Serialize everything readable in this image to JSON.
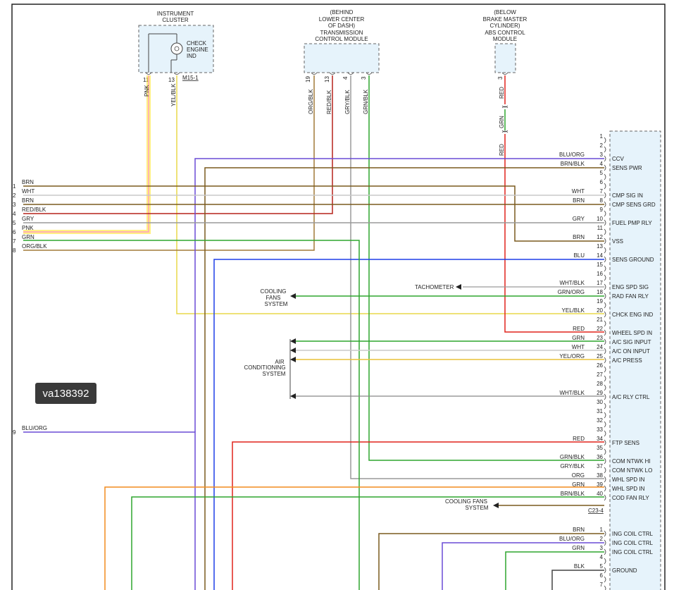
{
  "badge_id": "va138392",
  "modules": {
    "cluster": {
      "lines": [
        "INSTRUMENT",
        "CLUSTER"
      ],
      "indicator": [
        "CHECK",
        "ENGINE",
        "IND"
      ],
      "connector": "M15-1",
      "pins": [
        "11",
        "13"
      ]
    },
    "tcm": {
      "lines": [
        "(BEHIND",
        "LOWER CENTER",
        "OF DASH)",
        "TRANSMISSION",
        "CONTROL MODULE"
      ],
      "pins": [
        "19",
        "13",
        "4",
        "3"
      ]
    },
    "abs": {
      "lines": [
        "(BELOW",
        "BRAKE MASTER",
        "CYLINDER)",
        "ABS CONTROL",
        "MODULE"
      ],
      "pin": "3"
    },
    "ecm_connector_c23": "C23-4"
  },
  "left_pins": [
    {
      "pin": "1",
      "color": "BRN"
    },
    {
      "pin": "2",
      "color": "WHT"
    },
    {
      "pin": "3",
      "color": "BRN"
    },
    {
      "pin": "4",
      "color": "RED/BLK"
    },
    {
      "pin": "5",
      "color": "GRY"
    },
    {
      "pin": "6",
      "color": "PNK"
    },
    {
      "pin": "7",
      "color": "GRN"
    },
    {
      "pin": "8",
      "color": "ORG/BLK"
    },
    {
      "pin": "9",
      "color": "BLU/ORG"
    }
  ],
  "vertical_labels": {
    "pnk": "PNK",
    "yelblk": "YEL/BLK",
    "orgblk": "ORG/BLK",
    "redblk": "RED/BLK",
    "gryblk": "GRY/BLK",
    "grnblk": "GRN/BLK",
    "red": "RED",
    "grn": "GRN",
    "red2": "RED"
  },
  "ecm_pins": [
    {
      "pin": "1",
      "color": "",
      "name": ""
    },
    {
      "pin": "2",
      "color": "",
      "name": ""
    },
    {
      "pin": "3",
      "color": "BLU/ORG",
      "name": "CCV"
    },
    {
      "pin": "4",
      "color": "BRN/BLK",
      "name": "SENS PWR"
    },
    {
      "pin": "5",
      "color": "",
      "name": ""
    },
    {
      "pin": "6",
      "color": "",
      "name": ""
    },
    {
      "pin": "7",
      "color": "WHT",
      "name": "CMP SIG IN"
    },
    {
      "pin": "8",
      "color": "BRN",
      "name": "CMP SENS GRD"
    },
    {
      "pin": "9",
      "color": "",
      "name": ""
    },
    {
      "pin": "10",
      "color": "GRY",
      "name": "FUEL PMP RLY"
    },
    {
      "pin": "11",
      "color": "",
      "name": ""
    },
    {
      "pin": "12",
      "color": "BRN",
      "name": "VSS"
    },
    {
      "pin": "13",
      "color": "",
      "name": ""
    },
    {
      "pin": "14",
      "color": "BLU",
      "name": "SENS GROUND"
    },
    {
      "pin": "15",
      "color": "",
      "name": ""
    },
    {
      "pin": "16",
      "color": "",
      "name": ""
    },
    {
      "pin": "17",
      "color": "WHT/BLK",
      "name": "ENG SPD SIG"
    },
    {
      "pin": "18",
      "color": "GRN/ORG",
      "name": "RAD FAN RLY"
    },
    {
      "pin": "19",
      "color": "",
      "name": ""
    },
    {
      "pin": "20",
      "color": "YEL/BLK",
      "name": "CHCK ENG IND"
    },
    {
      "pin": "21",
      "color": "",
      "name": ""
    },
    {
      "pin": "22",
      "color": "RED",
      "name": "WHEEL SPD IN"
    },
    {
      "pin": "23",
      "color": "GRN",
      "name": "A/C SIG INPUT"
    },
    {
      "pin": "24",
      "color": "WHT",
      "name": "A/C ON INPUT"
    },
    {
      "pin": "25",
      "color": "YEL/ORG",
      "name": "A/C PRESS"
    },
    {
      "pin": "26",
      "color": "",
      "name": ""
    },
    {
      "pin": "27",
      "color": "",
      "name": ""
    },
    {
      "pin": "28",
      "color": "",
      "name": ""
    },
    {
      "pin": "29",
      "color": "WHT/BLK",
      "name": "A/C RLY CTRL"
    },
    {
      "pin": "30",
      "color": "",
      "name": ""
    },
    {
      "pin": "31",
      "color": "",
      "name": ""
    },
    {
      "pin": "32",
      "color": "",
      "name": ""
    },
    {
      "pin": "33",
      "color": "",
      "name": ""
    },
    {
      "pin": "34",
      "color": "RED",
      "name": "FTP SENS"
    },
    {
      "pin": "35",
      "color": "",
      "name": ""
    },
    {
      "pin": "36",
      "color": "GRN/BLK",
      "name": "COM NTWK HI"
    },
    {
      "pin": "37",
      "color": "GRY/BLK",
      "name": "COM NTWK LO"
    },
    {
      "pin": "38",
      "color": "ORG",
      "name": "WHL SPD IN"
    },
    {
      "pin": "39",
      "color": "GRN",
      "name": "WHL SPD IN"
    },
    {
      "pin": "40",
      "color": "BRN/BLK",
      "name": "COD FAN RLY"
    }
  ],
  "ecm_pins_lower": [
    {
      "pin": "1",
      "color": "BRN",
      "name": "ING COIL CTRL"
    },
    {
      "pin": "2",
      "color": "BLU/ORG",
      "name": "ING COIL CTRL"
    },
    {
      "pin": "3",
      "color": "GRN",
      "name": "ING COIL CTRL"
    },
    {
      "pin": "4",
      "color": "",
      "name": ""
    },
    {
      "pin": "5",
      "color": "BLK",
      "name": "GROUND"
    },
    {
      "pin": "6",
      "color": "",
      "name": ""
    },
    {
      "pin": "7",
      "color": "",
      "name": ""
    }
  ],
  "destinations": {
    "tachometer": "TACHOMETER",
    "cooling_fans_1": [
      "COOLING",
      "FANS",
      "SYSTEM"
    ],
    "ac_system": [
      "AIR",
      "CONDITIONING",
      "SYSTEM"
    ],
    "cooling_fans_2": [
      "COOLING FANS",
      "SYSTEM"
    ]
  },
  "wire_colors": {
    "BRN": "#7a5a1e",
    "WHT": "#c8c8c8",
    "RED": "#e0231c",
    "GRY": "#9a9a9a",
    "PNK": "#ffe62e",
    "GRN": "#2fa52f",
    "ORG": "#f28c1e",
    "BLU": "#1f3fe8",
    "PURPLE": "#6a4bd6",
    "YEL": "#e8d84a",
    "BLK": "#222222"
  }
}
